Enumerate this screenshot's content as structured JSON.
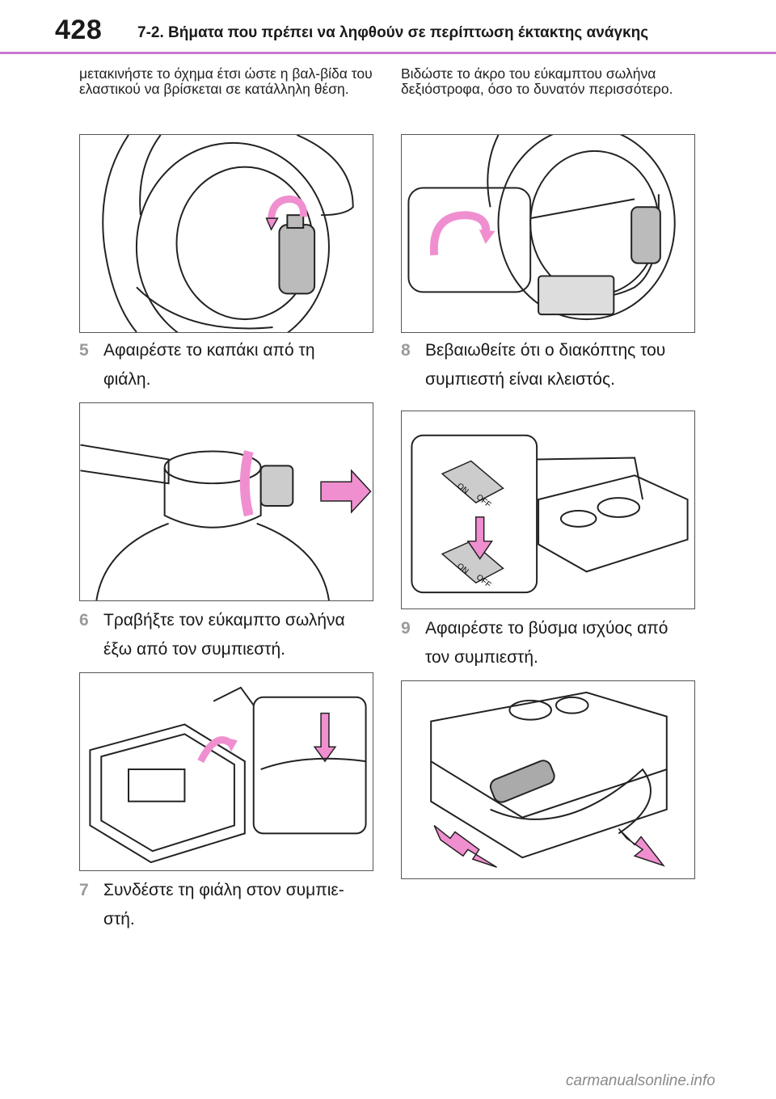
{
  "header": {
    "page_number": "428",
    "section_title": "7-2. Βήματα που πρέπει να ληφθούν σε περίπτωση έκτακτης ανάγκης",
    "accent_color": "#c77ad0"
  },
  "intro_left": "μετακινήστε το όχημα έτσι ώστε η βαλ-βίδα του ελαστικού να βρίσκεται σε κατάλληλη θέση.",
  "intro_right": "Βιδώστε το άκρο του εύκαμπτου σωλήνα δεξιόστροφα, όσο το δυνατόν περισσότερο.",
  "steps": [
    {
      "number": "5",
      "text": "Αφαιρέστε το καπάκι από τη φιάλη."
    },
    {
      "number": "6",
      "text": "Τραβήξτε τον εύκαμπτο σωλήνα έξω από τον συμπιεστή."
    },
    {
      "number": "7",
      "text": "Συνδέστε τη φιάλη στον συμπιε-στή."
    },
    {
      "number": "8",
      "text": "Βεβαιωθείτε ότι ο διακόπτης του συμπιεστή είναι κλειστός."
    },
    {
      "number": "9",
      "text": "Αφαιρέστε το βύσμα ισχύος από τον συμπιεστή."
    }
  ],
  "switch_labels": {
    "on": "ON",
    "off": "OFF"
  },
  "arrow_color": "#f08fd0",
  "watermark": "carmanualsonline.info"
}
